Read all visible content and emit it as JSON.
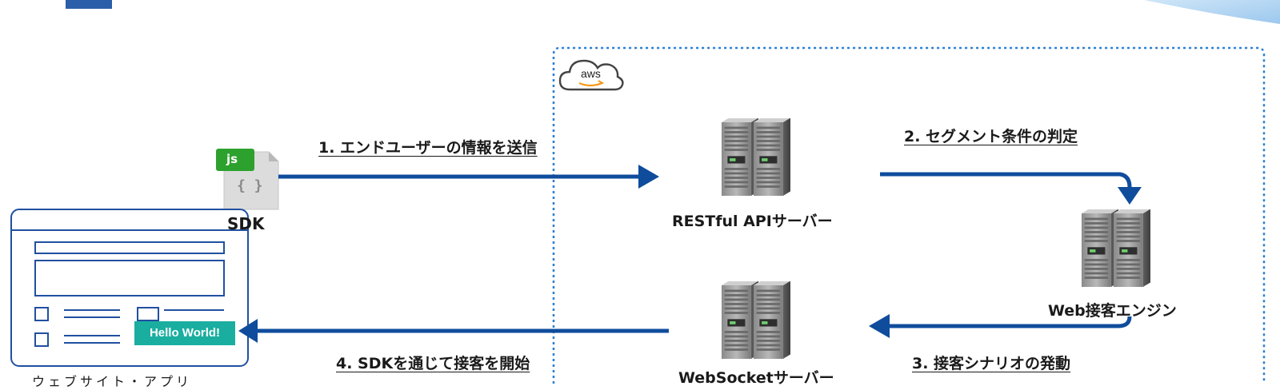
{
  "aws_logo_text": "aws",
  "sdk": {
    "badge": "js",
    "braces": "{ }",
    "label": "SDK"
  },
  "site": {
    "popup_text": "Hello World!",
    "caption": "ウェブサイト・アプリ"
  },
  "servers": {
    "rest_api": "RESTful APIサーバー",
    "web_engine": "Web接客エンジン",
    "websocket": "WebSocketサーバー"
  },
  "steps": {
    "step1": "1. エンドユーザーの情報を送信",
    "step2": "2. セグメント条件の判定",
    "step3": "3. 接客シナリオの発動",
    "step4": "4. SDKを通じて接客を開始"
  },
  "colors": {
    "arrow": "#0f4c9c",
    "aws_border": "#2a7fd4",
    "browser_outline": "#2050a0",
    "hello_bg": "#1aaea0",
    "title_bar": "#2a5ea8"
  }
}
